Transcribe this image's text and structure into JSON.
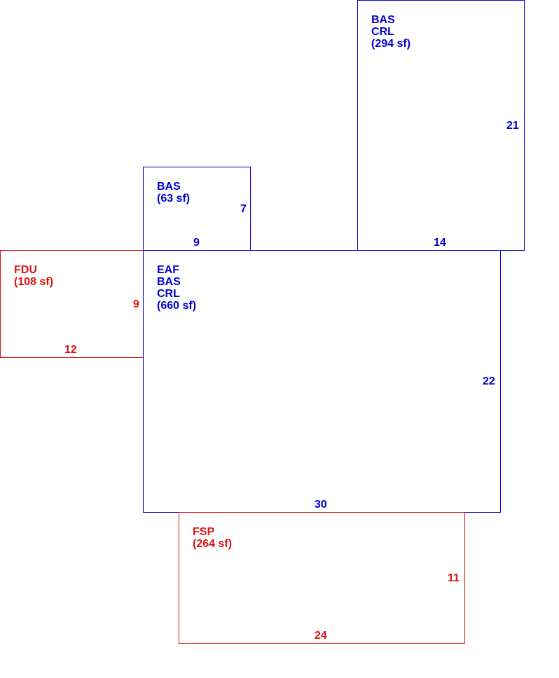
{
  "colors": {
    "living_area": "#0000cc",
    "exterior_feature": "#dd1111"
  },
  "areas": {
    "bas_crl_top": {
      "codes": [
        "BAS",
        "CRL"
      ],
      "area_text": "(294 sf)",
      "dim_side": "21",
      "dim_bottom": "14"
    },
    "bas_small": {
      "codes": [
        "BAS"
      ],
      "area_text": "(63 sf)",
      "dim_side": "7",
      "dim_bottom": "9"
    },
    "fdu": {
      "codes": [
        "FDU"
      ],
      "area_text": "(108 sf)",
      "dim_side": "9",
      "dim_bottom": "12"
    },
    "eaf_main": {
      "codes": [
        "EAF",
        "BAS",
        "CRL"
      ],
      "area_text": "(660 sf)",
      "dim_side": "22",
      "dim_bottom": "30"
    },
    "fsp": {
      "codes": [
        "FSP"
      ],
      "area_text": "(264 sf)",
      "dim_side": "11",
      "dim_bottom": "24"
    }
  }
}
